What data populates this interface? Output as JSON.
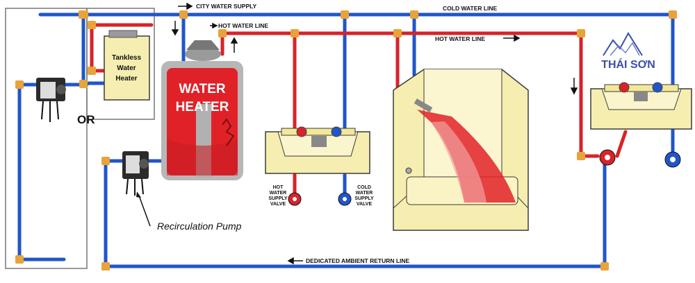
{
  "labels": {
    "city_water_supply": "CITY WATER SUPPLY",
    "cold_water_line": "COLD WATER LINE",
    "hot_water_line_1": "HOT WATER LINE",
    "hot_water_line_2": "HOT WATER LINE",
    "return_line": "DEDICATED AMBIENT RETURN LINE",
    "recirculation_pump": "Recirculation Pump",
    "or": "OR",
    "tankless_1": "Tankless",
    "tankless_2": "Water",
    "tankless_3": "Heater",
    "water_heater_1": "WATER",
    "water_heater_2": "HEATER",
    "hot_valve_1": "HOT",
    "hot_valve_2": "WATER",
    "hot_valve_3": "SUPPLY",
    "hot_valve_4": "VALVE",
    "cold_valve_1": "COLD",
    "cold_valve_2": "WATER",
    "cold_valve_3": "SUPPLY",
    "cold_valve_4": "VALVE"
  },
  "watermark": {
    "text": "THÁI SƠN"
  },
  "colors": {
    "hot": "#d7232a",
    "cold": "#2156c9",
    "elbow": "#e8a33a",
    "fixture": "#f6eeb0",
    "fixture_outline": "#3a3a3a"
  }
}
